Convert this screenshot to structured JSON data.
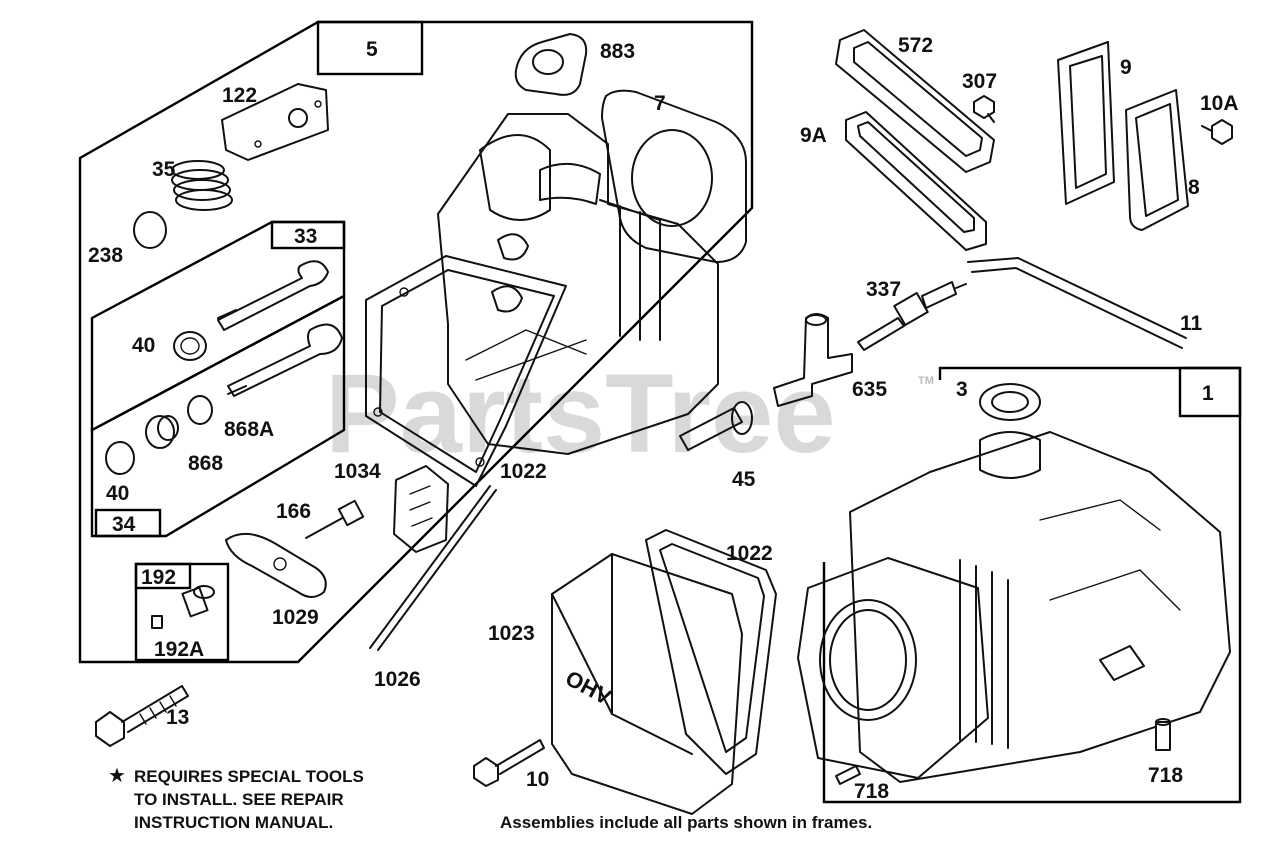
{
  "watermark": "PartsTree",
  "trademark": "TM",
  "frame_labels": {
    "f5": "5",
    "f33": "33",
    "f34": "34",
    "f192": "192",
    "f1": "1"
  },
  "part_labels": {
    "p883": "883",
    "p7": "7",
    "p122": "122",
    "p35": "35",
    "p238": "238",
    "p40a": "40",
    "p868a": "868A",
    "p868": "868",
    "p40b": "40",
    "p1034": "1034",
    "p1022a": "1022",
    "p166": "166",
    "p1029": "1029",
    "p192a": "192A",
    "p13": "13",
    "p1026": "1026",
    "p1023": "1023",
    "p1022b": "1022",
    "p10": "10",
    "p572": "572",
    "p307": "307",
    "p9a": "9A",
    "p9": "9",
    "p10a": "10A",
    "p8": "8",
    "p337": "337",
    "p11": "11",
    "p635": "635",
    "p45": "45",
    "p3": "3",
    "p718a": "718",
    "p718b": "718"
  },
  "notes": {
    "star": "★",
    "line1": "REQUIRES SPECIAL TOOLS",
    "line2": "TO INSTALL.  SEE REPAIR",
    "line3": "INSTRUCTION MANUAL.",
    "assemblies": "Assemblies include all parts shown in frames."
  },
  "cover_stamp": "OHV"
}
